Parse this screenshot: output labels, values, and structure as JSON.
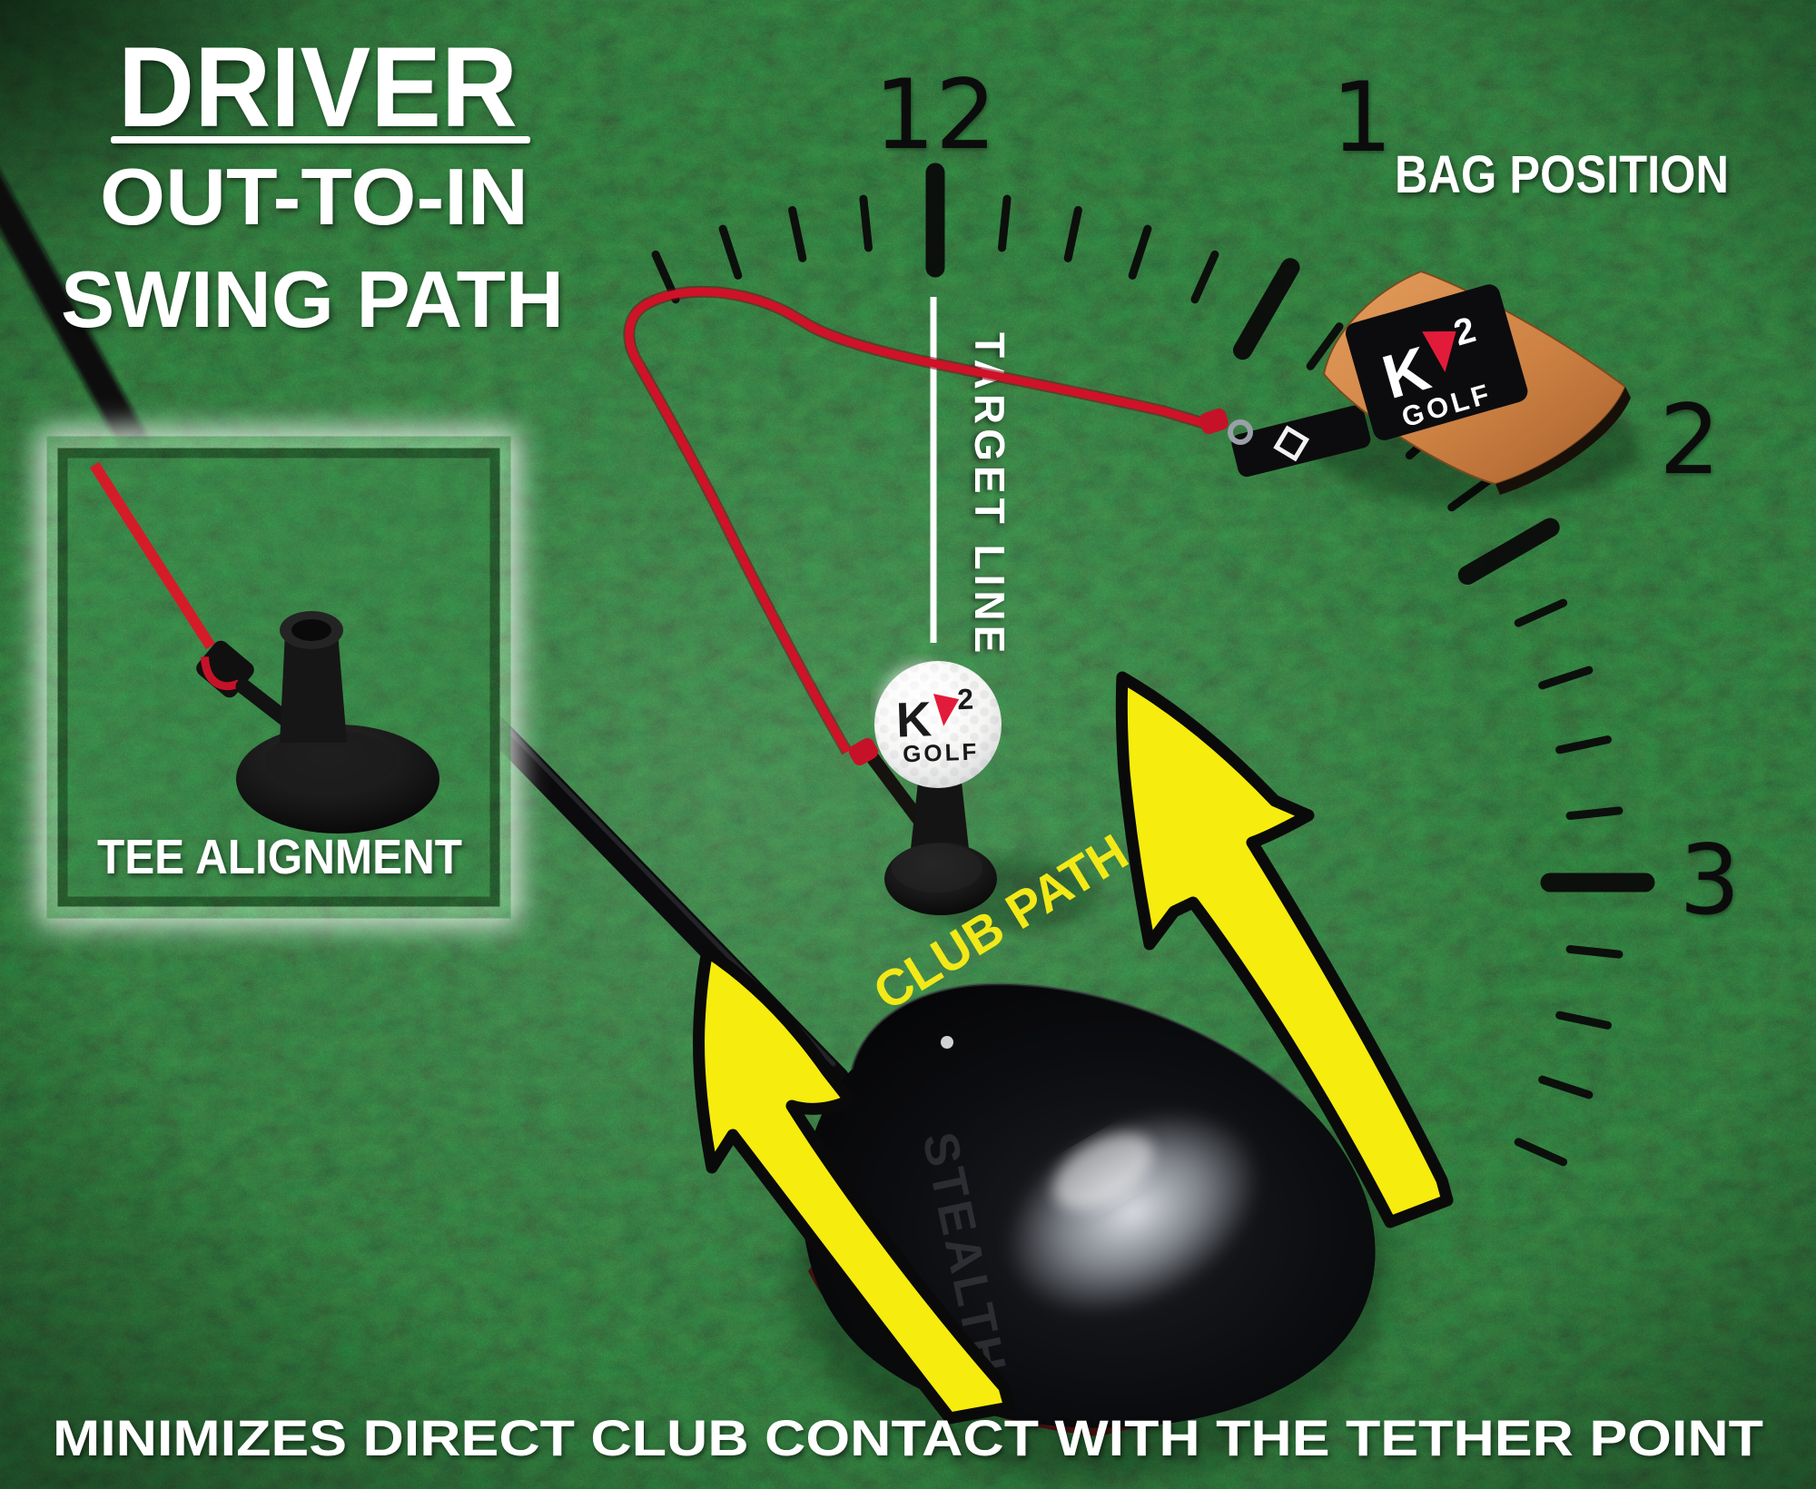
{
  "title": {
    "line1": "DRIVER",
    "line2": "OUT-TO-IN",
    "line3": "SWING PATH"
  },
  "clock": {
    "numbers": [
      "12",
      "1",
      "2",
      "3"
    ]
  },
  "annotations": {
    "bag_position": "BAG POSITION",
    "target_line": "TARGET LINE",
    "club_path": "CLUB PATH",
    "tee_alignment": "TEE ALIGNMENT",
    "footer": "MINIMIZES DIRECT CLUB CONTACT WITH THE TETHER POINT"
  },
  "ball_logo": {
    "k": "K",
    "sup": "2",
    "golf": "GOLF"
  },
  "bag_logo": {
    "k": "K",
    "sup": "2",
    "golf": "GOLF"
  },
  "club": {
    "crown_text": "STEALTH"
  },
  "colors": {
    "turf_green": "#2a5c38",
    "marking_black": "#0b0b0b",
    "tether_red": "#cf1228",
    "arrow_yellow": "#f6ec0e",
    "club_path_yellow": "#f3e918",
    "bag_orange": "#d68c4a",
    "text_white": "#ffffff"
  }
}
